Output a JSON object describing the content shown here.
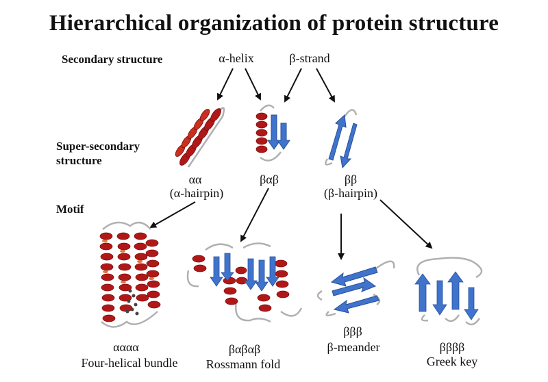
{
  "title": "Hierarchical organization of protein structure",
  "levels": {
    "secondary": "Secondary structure",
    "super_line1": "Super-secondary",
    "super_line2": "structure",
    "motif": "Motif"
  },
  "secondary": {
    "alpha": "α-helix",
    "beta": "β-strand"
  },
  "supersecondary": {
    "aa_sym": "αα",
    "aa_name": "(α-hairpin)",
    "bab_sym": "βαβ",
    "bb_sym": "ββ",
    "bb_name": "(β-hairpin)"
  },
  "motifs": {
    "fhb_sym": "αααα",
    "fhb_name": "Four-helical bundle",
    "ross_sym": "βαβαβ",
    "ross_name": "Rossmann fold",
    "mean_sym": "βββ",
    "mean_name": "β-meander",
    "greek_sym": "ββββ",
    "greek_name": "Greek key"
  },
  "colors": {
    "helix": "#b01818",
    "helix_light": "#e07a3a",
    "strand": "#3f73cc",
    "strand_dark": "#27509a",
    "coil": "#b0b0b0",
    "arrow": "#111111"
  }
}
